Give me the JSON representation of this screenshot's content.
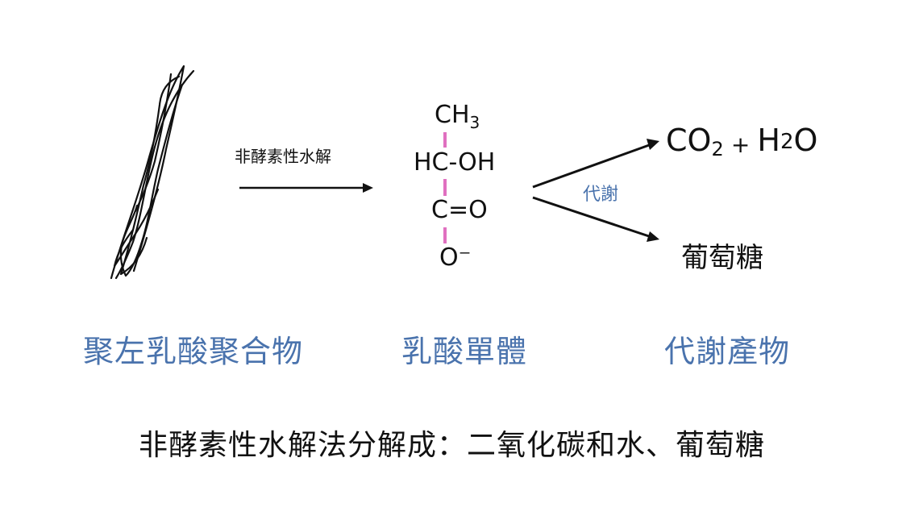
{
  "arrow_label": "非酵素性水解",
  "monomer": {
    "ch3_base": "CH",
    "ch3_sub": "3",
    "hc_oh": "HC-OH",
    "c_o": "C=O",
    "o_minus": "O⁻"
  },
  "metabolism_label": "代謝",
  "products": {
    "co2_base": "CO",
    "co2_sub": "2",
    "plus": "+",
    "h2o_h": "H",
    "h2o_2": "2",
    "h2o_o": "O",
    "glucose": "葡萄糖"
  },
  "captions": {
    "polymer": "聚左乳酸聚合物",
    "monomer": "乳酸單體",
    "products": "代謝產物"
  },
  "summary": "非酵素性水解法分解成：二氧化碳和水、葡萄糖",
  "colors": {
    "bond_dashes": "#e070c0",
    "caption_blue": "#4a73ad",
    "text": "#111111"
  }
}
